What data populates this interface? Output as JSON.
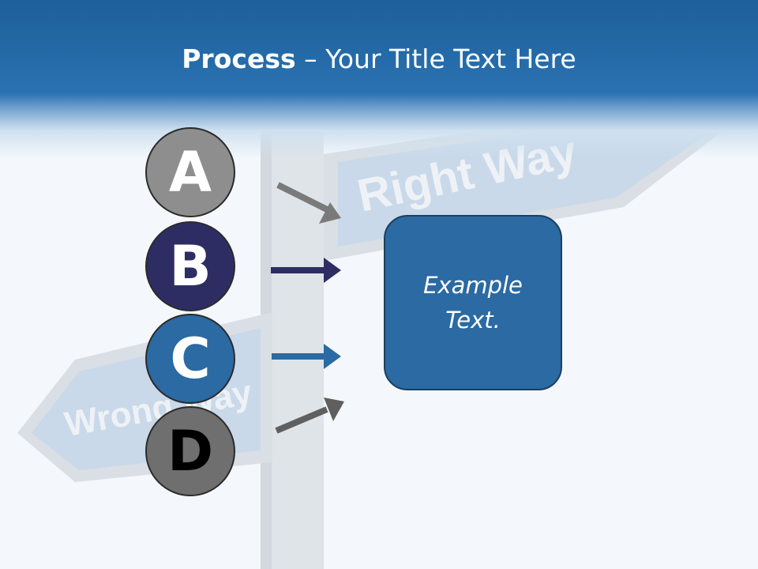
{
  "slide": {
    "title_bold": "Process",
    "title_rest": " – Your Title Text Here"
  },
  "background": {
    "sign_right_text": "Right Way",
    "sign_wrong_text": "Wrong Way"
  },
  "steps": [
    {
      "letter": "A",
      "color": "#8e8e8e",
      "arrow_color": "#7a7a7a"
    },
    {
      "letter": "B",
      "color": "#2e2d63",
      "arrow_color": "#2e2d63"
    },
    {
      "letter": "C",
      "color": "#2b6aa3",
      "arrow_color": "#2b6aa3"
    },
    {
      "letter": "D",
      "color": "#6f6f6f",
      "arrow_color": "#5f5f5f"
    }
  ],
  "text_box": {
    "text": "Example Text.",
    "color": "#2b6aa3"
  }
}
